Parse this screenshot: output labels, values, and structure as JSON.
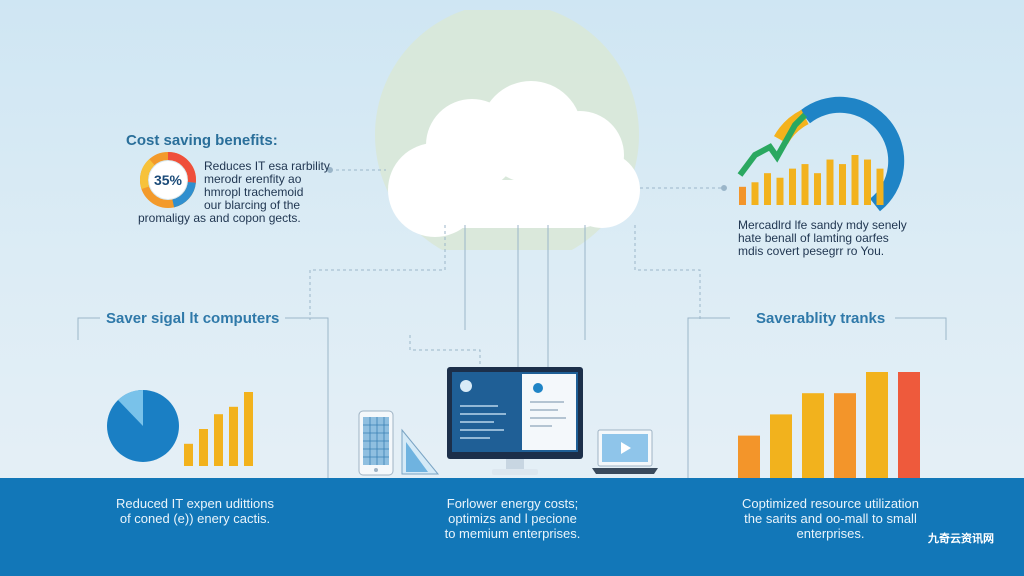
{
  "top_left": {
    "heading": "Cost saving benefits:",
    "donut_value": "35%",
    "lines": [
      "Reduces IT esa rarbility",
      "merodr erenfity ao",
      "hmropl trachemoid",
      "our blarcing of the",
      "promaligy as and copon gects."
    ]
  },
  "top_right": {
    "lines": [
      "Mercadlrd lfe sandy mdy senely",
      "hate benall of lamting oarfes",
      "mdis covert pesegrr ro You."
    ]
  },
  "mid_left": {
    "heading": "Saver sigal lt computers"
  },
  "mid_right": {
    "heading": "Saverablity tranks"
  },
  "bottom": {
    "left": [
      "Reduced IT expen udittions",
      "of coned (e)) enery cactis."
    ],
    "center": [
      "Forlower energy costs;",
      "optimizs and l pecione",
      "to memium enterprises."
    ],
    "right": [
      "Coptimized resource utilization",
      "the sarits and oo-mall to small",
      "enterprises."
    ]
  },
  "watermark": "九奇云资讯网",
  "colors": {
    "accent_blue": "#1177bb",
    "bar_yellow": "#f2b21d",
    "bar_orange": "#f3952a",
    "bar_red": "#ee5a3c",
    "bottom_band": "#1277b8"
  },
  "chart_data": [
    {
      "type": "bar",
      "values": [
        4,
        5,
        7,
        6,
        8,
        9,
        7,
        10,
        9,
        11,
        10,
        8
      ]
    },
    {
      "type": "bar",
      "values": [
        3,
        5,
        7,
        8,
        10
      ]
    },
    {
      "type": "bar",
      "values": [
        4,
        6,
        8,
        8,
        10,
        10
      ]
    }
  ]
}
